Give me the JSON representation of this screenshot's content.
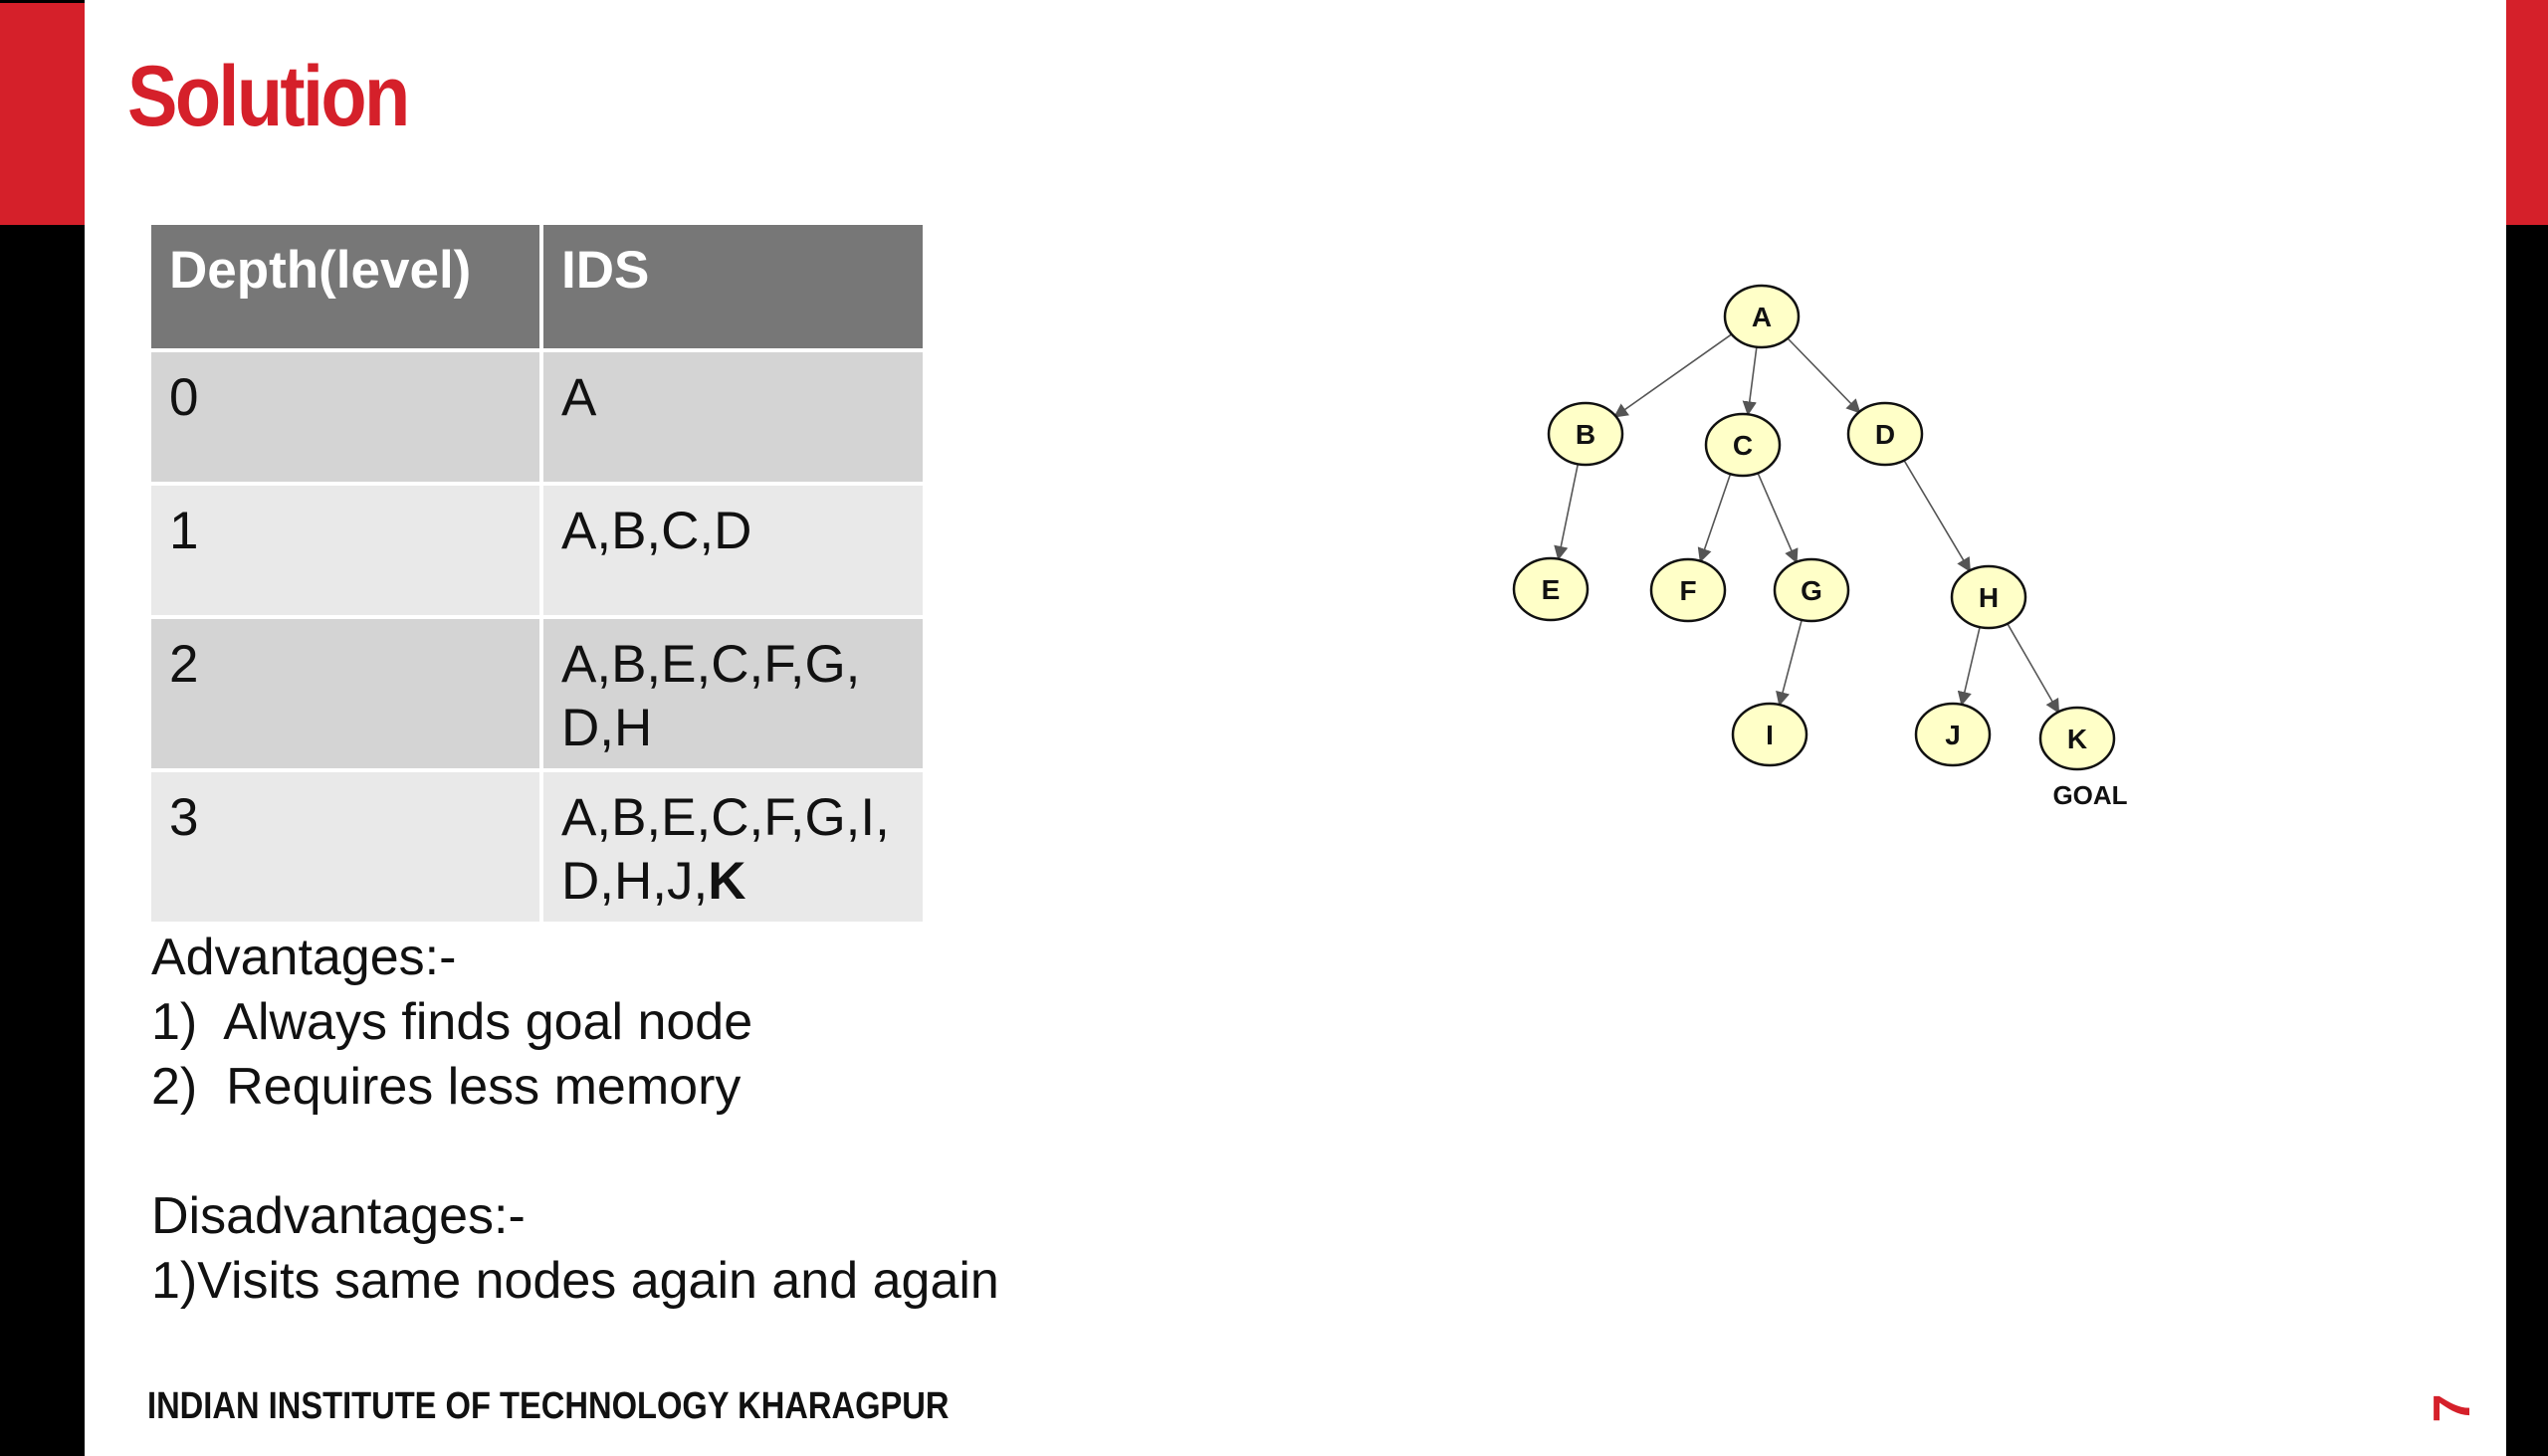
{
  "slide": {
    "title": "Solution",
    "footer": "INDIAN INSTITUTE OF TECHNOLOGY KHARAGPUR",
    "page_number": "7",
    "colors": {
      "accent": "#d5202a",
      "header_fill": "#777777",
      "row_dark": "#d4d4d4",
      "row_light": "#e9e9e9",
      "node_fill": "#ffffc8"
    }
  },
  "table": {
    "headers": [
      "Depth(level)",
      "IDS"
    ],
    "rows": [
      {
        "depth": "0",
        "ids": "A",
        "goal": ""
      },
      {
        "depth": "1",
        "ids": "A,B,C,D",
        "goal": ""
      },
      {
        "depth": "2",
        "ids": "A,B,E,C,F,G,D,H",
        "goal": ""
      },
      {
        "depth": "3",
        "ids": "A,B,E,C,F,G,I,D,H,J,",
        "goal": "K"
      }
    ]
  },
  "notes": {
    "advantages_heading": "Advantages:-",
    "advantages": [
      "1)  Always finds goal node",
      "2)  Requires less memory"
    ],
    "disadvantages_heading": "Disadvantages:-",
    "disadvantages": [
      "1)Visits same nodes again and again"
    ]
  },
  "tree": {
    "nodes": [
      "A",
      "B",
      "C",
      "D",
      "E",
      "F",
      "G",
      "H",
      "I",
      "J",
      "K"
    ],
    "edges": [
      [
        "A",
        "B"
      ],
      [
        "A",
        "C"
      ],
      [
        "A",
        "D"
      ],
      [
        "B",
        "E"
      ],
      [
        "C",
        "F"
      ],
      [
        "C",
        "G"
      ],
      [
        "D",
        "H"
      ],
      [
        "G",
        "I"
      ],
      [
        "H",
        "J"
      ],
      [
        "H",
        "K"
      ]
    ],
    "goal_label": "GOAL"
  }
}
